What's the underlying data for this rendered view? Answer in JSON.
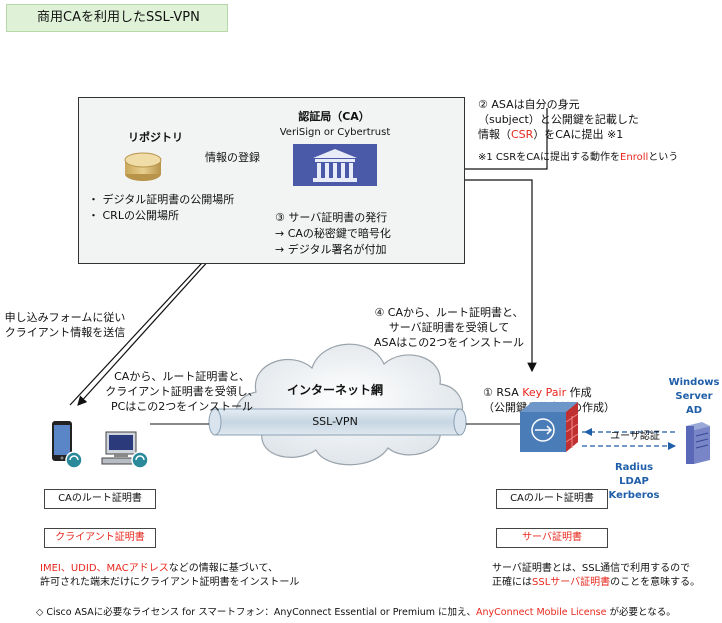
{
  "title": "商用CAを利用したSSL-VPN",
  "ca": {
    "title": "認証局（CA）",
    "vendors": "VeriSign or Cybertrust",
    "repository_label": "リポジトリ",
    "bullet1": "デジタル証明書の公開場所",
    "bullet2": "CRLの公開場所",
    "publish_label": "情報の登録",
    "step3_title": "③ サーバ証明書の発行",
    "step3_line1": "→ CAの秘密鍵で暗号化",
    "step3_line2": "→ デジタル署名が付加"
  },
  "step2": {
    "line1": "② ASAは自分の身元",
    "line2": "（subject）と公開鍵を記載した",
    "line3_pre": "情報（",
    "line3_red": "CSR",
    "line3_post": "）をCAに提出 ※1",
    "note_pre": "※1 CSRをCAに提出する動作を",
    "note_red": "Enroll",
    "note_post": "という"
  },
  "step4": {
    "line1": "④ CAから、ルート証明書と、",
    "line2": "サーバ証明書を受領して",
    "line3": "ASAはこの2つをインストール"
  },
  "client_form": {
    "line1": "申し込みフォームに従い",
    "line2": "クライアント情報を送信"
  },
  "client_receive": {
    "line1": "CAから、ルート証明書と、",
    "line2": "クライアント証明書を受領し、",
    "line3": "PCはこの2つをインストール"
  },
  "step1": {
    "line1_pre": "① RSA ",
    "line1_red": "Key Pair",
    "line1_post": " 作成",
    "line2": "（公開鍵と秘密鍵の作成）"
  },
  "internet_label": "インターネット網",
  "vpn_label": "SSL-VPN",
  "server": {
    "line1": "Windows",
    "line2": "Server",
    "line3": "AD"
  },
  "user_auth": "ユーザ認証",
  "auth_protocols": {
    "p1": "Radius",
    "p2": "LDAP",
    "p3": "Kerberos"
  },
  "client_root_cert": "CAのルート証明書",
  "client_cert": "クライアント証明書",
  "server_root_cert": "CAのルート証明書",
  "server_cert": "サーバ証明書",
  "client_note": {
    "line1_red": "IMEI、UDID、MACアドレス",
    "line1_post": "などの情報に基づいて、",
    "line2": "許可された端末だけにクライアント証明書をインストール"
  },
  "server_note": {
    "line1": "サーバ証明書とは、SSL通信で利用するので",
    "line2_pre": "正確には",
    "line2_red": "SSLサーバ証明書",
    "line2_post": "のことを意味する。"
  },
  "footer": {
    "pre": "◇ Cisco ASAに必要なライセンス for スマートフォン：AnyConnect Essential or Premium に加え、",
    "red": "AnyConnect Mobile License",
    "post": " が必要となる。"
  },
  "colors": {
    "title_bg": "#dff2d8",
    "panel_bg": "#f2f4f4",
    "accent_red": "#e8281e",
    "accent_blue": "#1f5ea8"
  }
}
